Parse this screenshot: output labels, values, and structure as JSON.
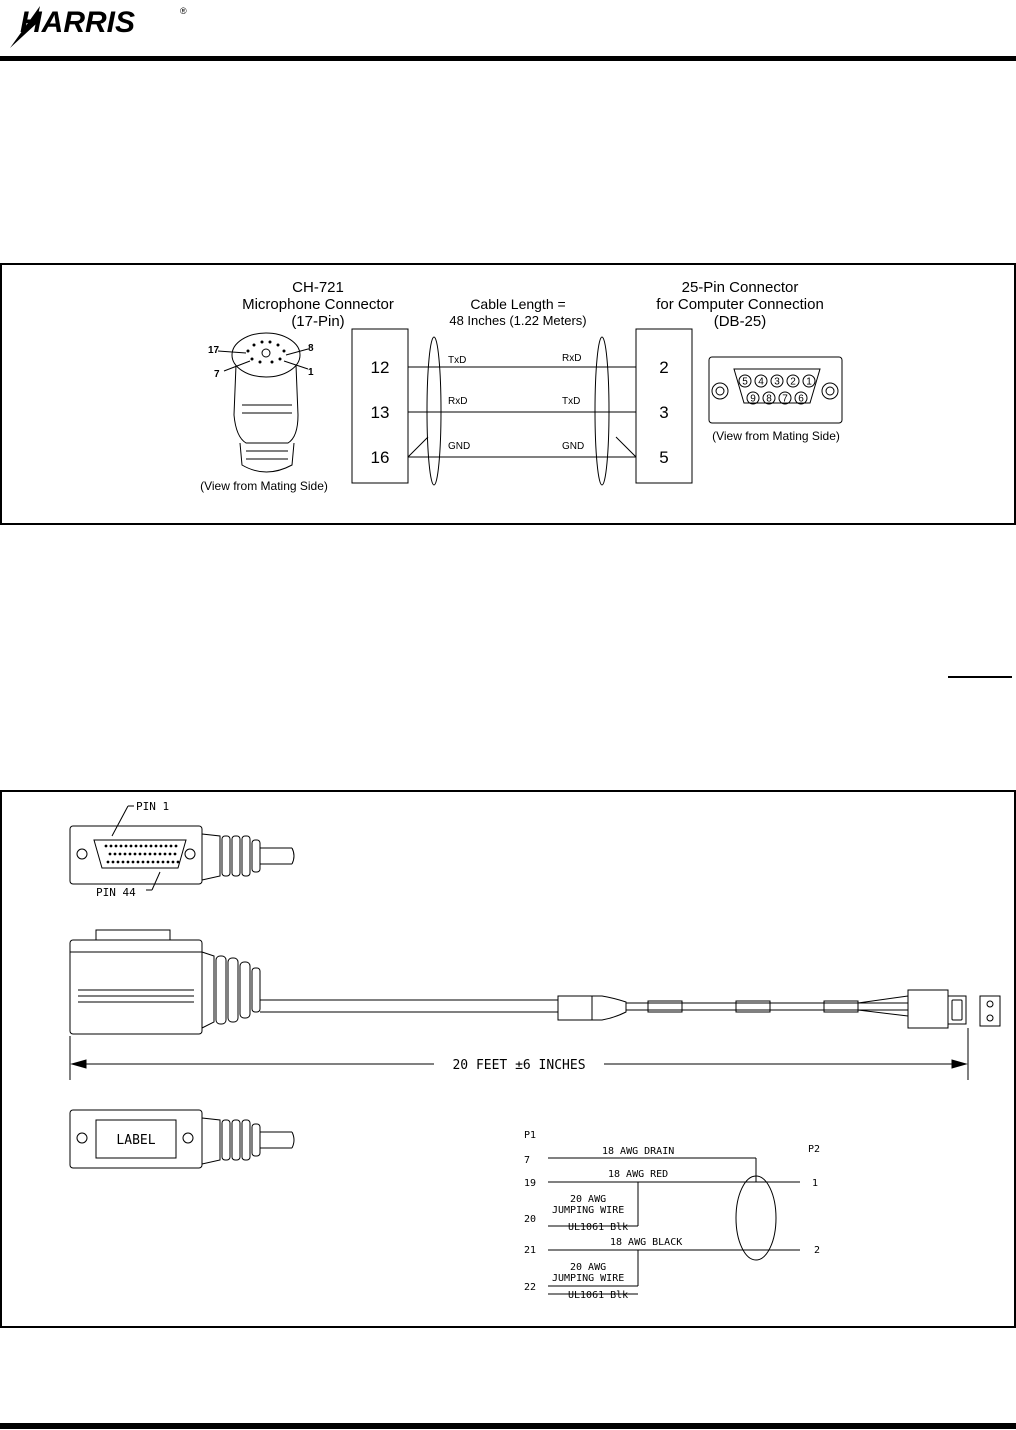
{
  "header": {
    "logo_text": "HARRIS",
    "logo_mark": "®"
  },
  "figure1": {
    "left_connector": {
      "title1": "CH-721",
      "title2": "Microphone Connector",
      "title3": "(17-Pin)",
      "view_note": "(View from Mating Side)",
      "pin_labels": [
        "17",
        "7",
        "8",
        "1"
      ]
    },
    "cable": {
      "label1": "Cable Length =",
      "label2": "48 Inches (1.22 Meters)"
    },
    "right_connector": {
      "title1": "25-Pin Connector",
      "title2": "for Computer Connection",
      "title3": "(DB-25)",
      "view_note": "(View from Mating Side)",
      "top_pins": [
        "5",
        "4",
        "3",
        "2",
        "1"
      ],
      "bottom_pins": [
        "9",
        "8",
        "7",
        "6"
      ]
    },
    "wires": [
      {
        "left_pin": "12",
        "left_signal": "TxD",
        "right_signal": "RxD",
        "right_pin": "2"
      },
      {
        "left_pin": "13",
        "left_signal": "RxD",
        "right_signal": "TxD",
        "right_pin": "3"
      },
      {
        "left_pin": "16",
        "left_signal": "GND",
        "right_signal": "GND",
        "right_pin": "5"
      }
    ]
  },
  "figure2": {
    "pin1_label": "PIN 1",
    "pin44_label": "PIN 44",
    "length_label": "20 FEET ±6 INCHES",
    "label_text": "LABEL",
    "schematic": {
      "p1": "P1",
      "p2": "P2",
      "pins_left": [
        "7",
        "19",
        "20",
        "21",
        "22"
      ],
      "pins_right": [
        "1",
        "2"
      ],
      "wire_drain": "18 AWG DRAIN",
      "wire_red": "18 AWG RED",
      "jump1_line1": "20 AWG",
      "jump1_line2": "JUMPING WIRE",
      "jump1_line3": "UL1061 Blk",
      "wire_black": "18 AWG BLACK",
      "jump2_line1": "20 AWG",
      "jump2_line2": "JUMPING WIRE",
      "jump2_line3": "UL1061 Blk"
    }
  }
}
